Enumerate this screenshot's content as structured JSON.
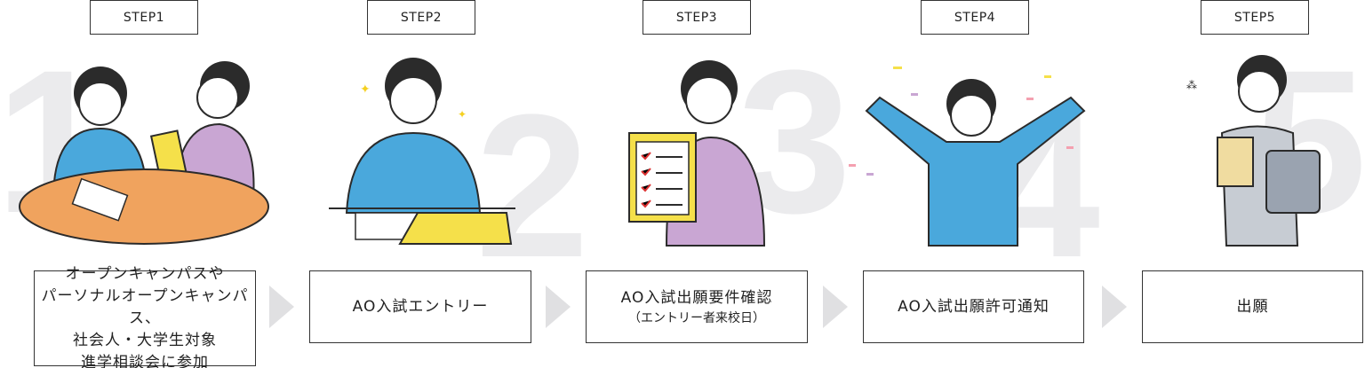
{
  "steps": [
    {
      "label": "STEP1",
      "number": "1",
      "lines": [
        "オープンキャンパスや",
        "パーソナルオープンキャンパス、",
        "社会人・大学生対象",
        "進学相談会に参加"
      ]
    },
    {
      "label": "STEP2",
      "number": "2",
      "lines": [
        "AO入試エントリー"
      ]
    },
    {
      "label": "STEP3",
      "number": "3",
      "lines": [
        "AO入試出願要件確認"
      ],
      "sub": "（エントリー者来校日）"
    },
    {
      "label": "STEP4",
      "number": "4",
      "lines": [
        "AO入試出願許可通知"
      ]
    },
    {
      "label": "STEP5",
      "number": "5",
      "lines": [
        "出願"
      ]
    }
  ],
  "colors": {
    "blue": "#4aa8dc",
    "purple": "#c9a6d3",
    "orange": "#f0a35e",
    "yellow": "#f5e04a",
    "hair": "#2b2b2b",
    "number_gray": "#ebebed",
    "arrow": "#e0e0e2"
  }
}
